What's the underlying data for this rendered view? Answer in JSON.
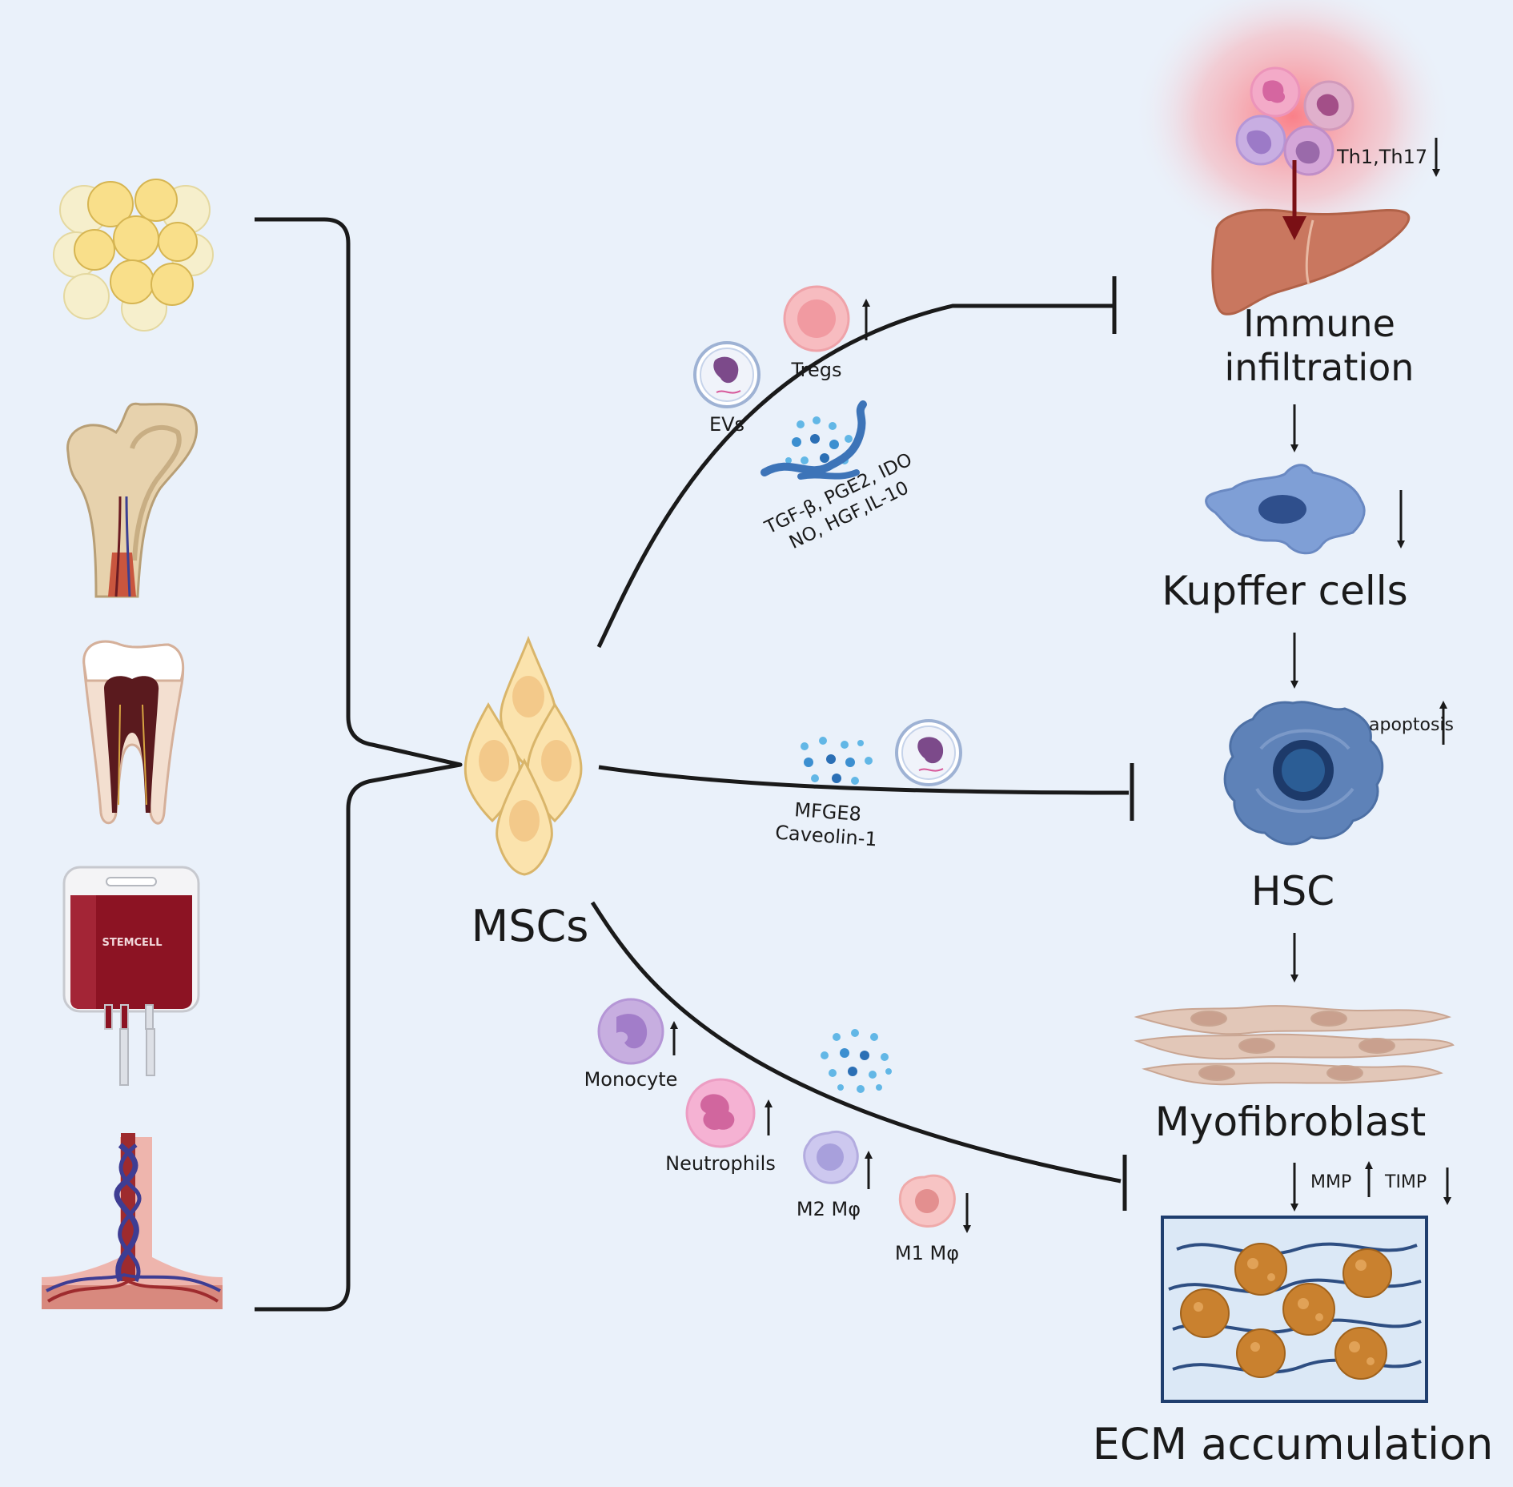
{
  "center_label": "MSCs",
  "upper_branch": {
    "ev_label": "EVs",
    "tregs_label": "Tregs",
    "factors_line1": "TGF-β, PGE2, IDO",
    "factors_line2": "NO, HGF,IL-10"
  },
  "middle_branch": {
    "line1": "MFGE8",
    "line2": "Caveolin-1"
  },
  "lower_branch": {
    "monocyte": "Monocyte",
    "neutrophils": "Neutrophils",
    "m2": "M2 Mφ",
    "m1": "M1 Mφ"
  },
  "liver": {
    "th_label": "Th1,Th17",
    "immune_line1": "Immune",
    "immune_line2": "infiltration"
  },
  "pathway": {
    "kupffer": "Kupffer cells",
    "apoptosis": "apoptosis",
    "hsc": "HSC",
    "myofibroblast": "Myofibroblast",
    "mmp": "MMP",
    "timp": "TIMP",
    "ecm": "ECM accumulation"
  },
  "blood_bag_text": "STEMCELL",
  "colors": {
    "background": "#eaf1fa",
    "line": "#1a1a1a",
    "msc_fill": "#fbe3ad",
    "kupffer": "#7f9fd6",
    "hsc": "#5e82b8",
    "liver": "#c9775f",
    "blood_bag": "#8c1323"
  }
}
